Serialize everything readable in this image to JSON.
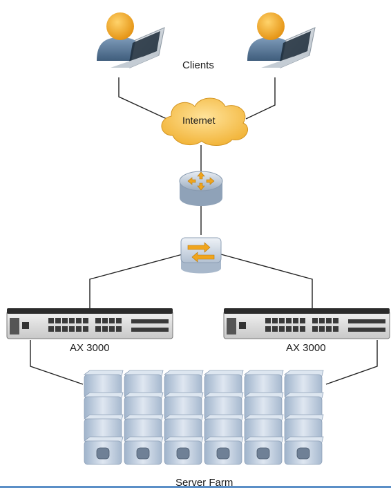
{
  "diagram": {
    "clients_label": "Clients",
    "internet_label": "Internet",
    "left_device_label": "AX 3000",
    "right_device_label": "AX 3000",
    "server_farm_label": "Server Farm"
  },
  "icons": {
    "client": "person-with-laptop-icon",
    "internet": "cloud-icon",
    "router": "router-icon",
    "switch": "switch-icon",
    "device": "rack-appliance-icon",
    "server": "server-icon"
  },
  "colors": {
    "person": "#5b7a9a",
    "head": "#f2a21e",
    "cloud": "#f6c45a",
    "router": "#c9d3df",
    "switch": "#d4dde8",
    "server": "#b9c8da",
    "connector": "#222222",
    "rule": "#5b8fc7"
  },
  "server_farm": {
    "columns": 6,
    "rows": 4
  }
}
